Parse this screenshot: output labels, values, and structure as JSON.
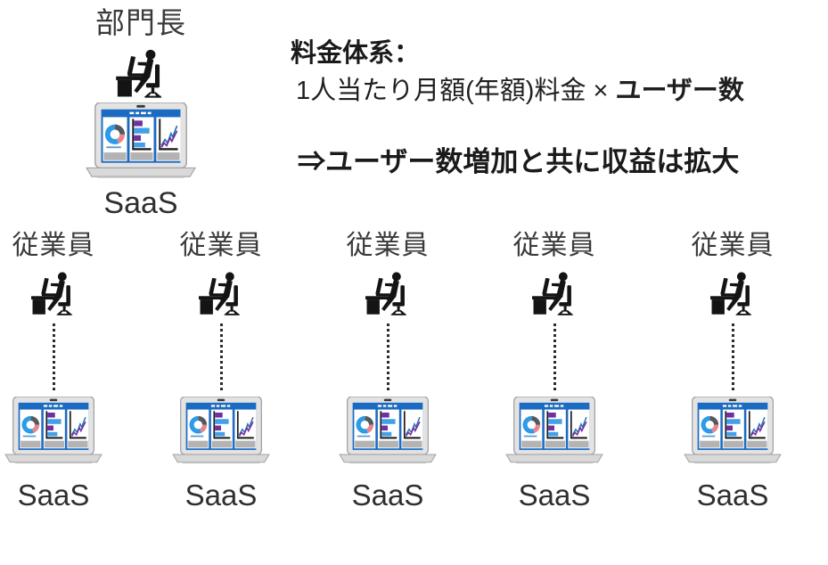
{
  "manager": {
    "role_label": "部門長",
    "saas_label": "SaaS"
  },
  "pricing": {
    "heading": "料金体系：",
    "formula_prefix": "1人当たり月額(年額)料金 × ",
    "formula_emphasis": "ユーザー数",
    "conclusion": "⇒ユーザー数増加と共に収益は拡大"
  },
  "employees": {
    "count": 5,
    "items": [
      {
        "label": "従業員",
        "saas": "SaaS"
      },
      {
        "label": "従業員",
        "saas": "SaaS"
      },
      {
        "label": "従業員",
        "saas": "SaaS"
      },
      {
        "label": "従業員",
        "saas": "SaaS"
      },
      {
        "label": "従業員",
        "saas": "SaaS"
      }
    ]
  },
  "icons": {
    "person_at_desk": "person-at-desk-icon",
    "laptop_dashboard": "saas-dashboard-laptop-icon",
    "connection": "dotted-connector-line"
  },
  "palette": {
    "silhouette_black": "#141414",
    "laptop_shell": "#e3e3e3",
    "laptop_base": "#d9d9d9",
    "screen_blue": "#1b6bc2",
    "donut_blue": "#2d9be8",
    "donut_gray": "#55595e",
    "donut_pink": "#e8868c",
    "bar_purple": "#7030a0",
    "bar_blue": "#41a0e8",
    "line_purple": "#7030a0",
    "line_blue": "#2e75b6",
    "panel_footer_gray": "#b3b3b3"
  }
}
